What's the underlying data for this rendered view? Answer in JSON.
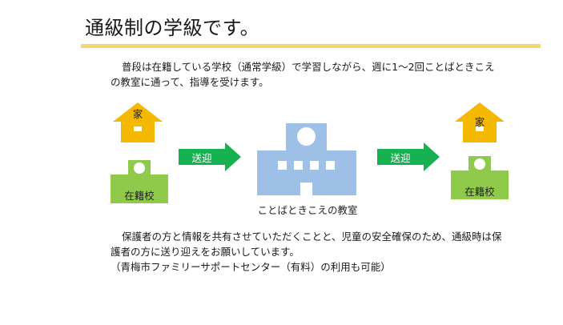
{
  "slide": {
    "title": "通級制の学級です。",
    "paragraph1": "普段は在籍している学校（通常学級）で学習しながら、週に1～2回ことばときこえの教室に通って、指導を受けます。",
    "paragraph2": "保護者の方と情報を共有させていただくことと、児童の安全確保のため、通級時は保護者の方に送り迎えをお願いしています。",
    "paragraph2_note": "（青梅市ファミリーサポートセンター（有料）の利用も可能）"
  },
  "diagram": {
    "home_label": "家",
    "current_school_label": "在籍校",
    "transport_label": "送迎",
    "classroom_label": "ことばときこえの教室"
  },
  "colors": {
    "title_underline": "#f2d96b",
    "house": "#f5b800",
    "current_school": "#8fca4a",
    "arrow": "#16b151",
    "classroom_building": "#9ec0e6"
  },
  "icons": {
    "house": "house-icon",
    "current_school": "school-icon",
    "arrow": "arrow-right-icon",
    "classroom": "building-icon"
  }
}
